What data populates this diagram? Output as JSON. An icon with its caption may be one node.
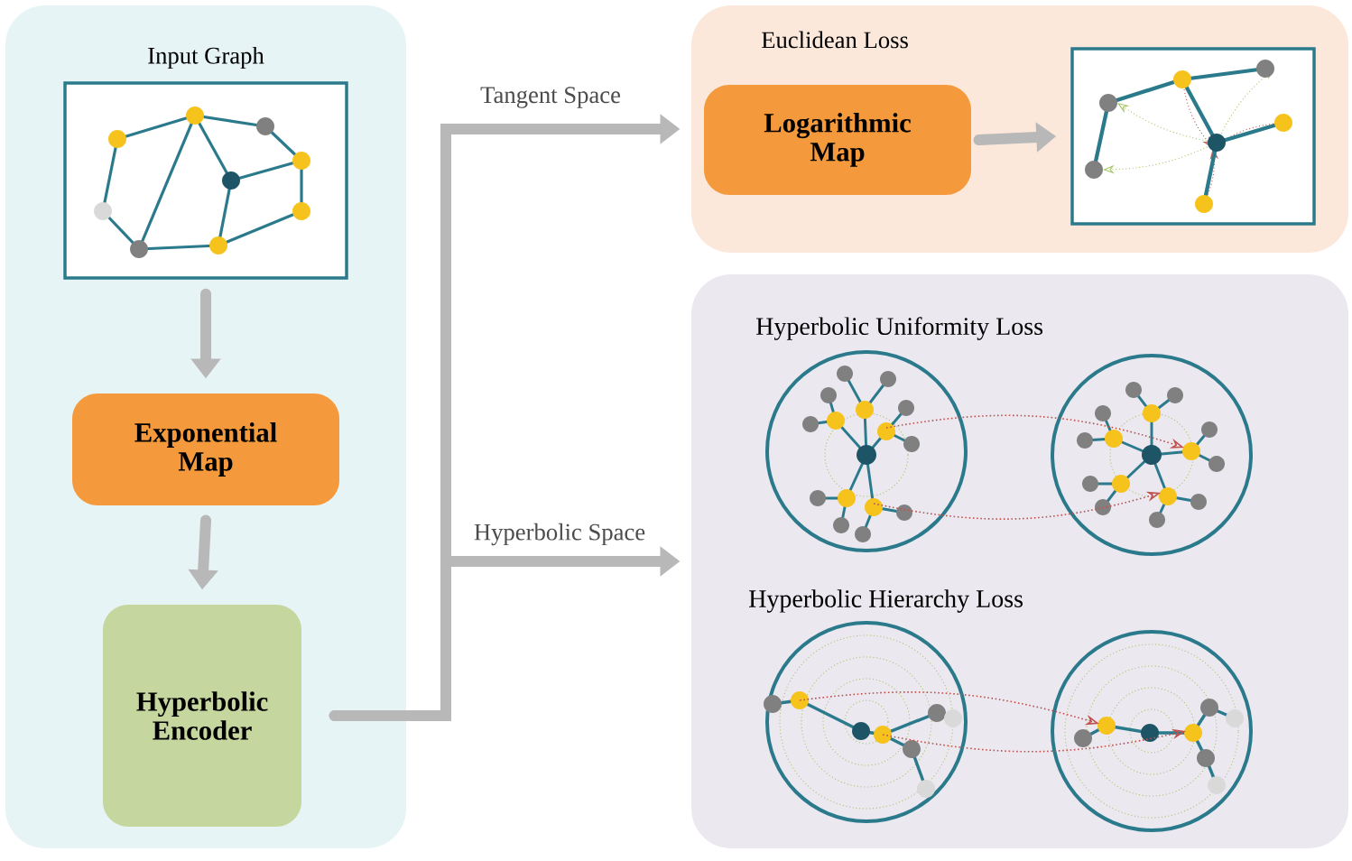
{
  "diagram": {
    "nodes": [
      {
        "text": [],
        "shape": "box"
      },
      {
        "text": [
          "Input Graph"
        ],
        "in": 0
      },
      {
        "text": [
          "Exponential Map"
        ],
        "in": 0
      },
      {
        "text": [
          "Hyperbolic Encoder"
        ],
        "in": 0
      },
      {
        "text": [
          "Euclidean Loss"
        ]
      },
      {
        "text": [
          "Logarithmic Map"
        ],
        "in": 4
      },
      {
        "text": [],
        "shape": "box",
        "in": 4
      },
      {
        "text": [],
        "shape": "box"
      },
      {
        "text": [],
        "shape": "circle",
        "in": 7
      },
      {
        "text": [],
        "shape": "circle",
        "in": 7
      },
      {
        "text": [],
        "shape": "circle",
        "in": 7
      },
      {
        "text": [],
        "shape": "circle",
        "in": 7
      }
    ],
    "edges": [
      {
        "from": 1,
        "to": 2,
        "arrow": "to"
      },
      {
        "from": 2,
        "to": 3,
        "arrow": "to"
      },
      {
        "from": 3,
        "to": 4,
        "arrow": "to",
        "label": "Tangent Space"
      },
      {
        "from": 3,
        "to": 7,
        "arrow": "to",
        "label": "Hyperbolic Space"
      },
      {
        "from": 5,
        "to": 6,
        "arrow": "to"
      },
      {
        "from": 8,
        "to": 9,
        "arrow": "to",
        "style": "dashed",
        "color": "#c0504d"
      },
      {
        "from": 8,
        "to": 9,
        "arrow": "to",
        "style": "dashed",
        "color": "#c0504d"
      },
      {
        "from": 10,
        "to": 11,
        "arrow": "to",
        "style": "dashed",
        "color": "#c0504d"
      },
      {
        "from": 10,
        "to": 11,
        "arrow": "to",
        "style": "dashed",
        "color": "#c0504d"
      }
    ],
    "labels": [
      "Hyperbolic Uniformity Loss",
      "Hyperbolic Hierarchy Loss"
    ]
  }
}
